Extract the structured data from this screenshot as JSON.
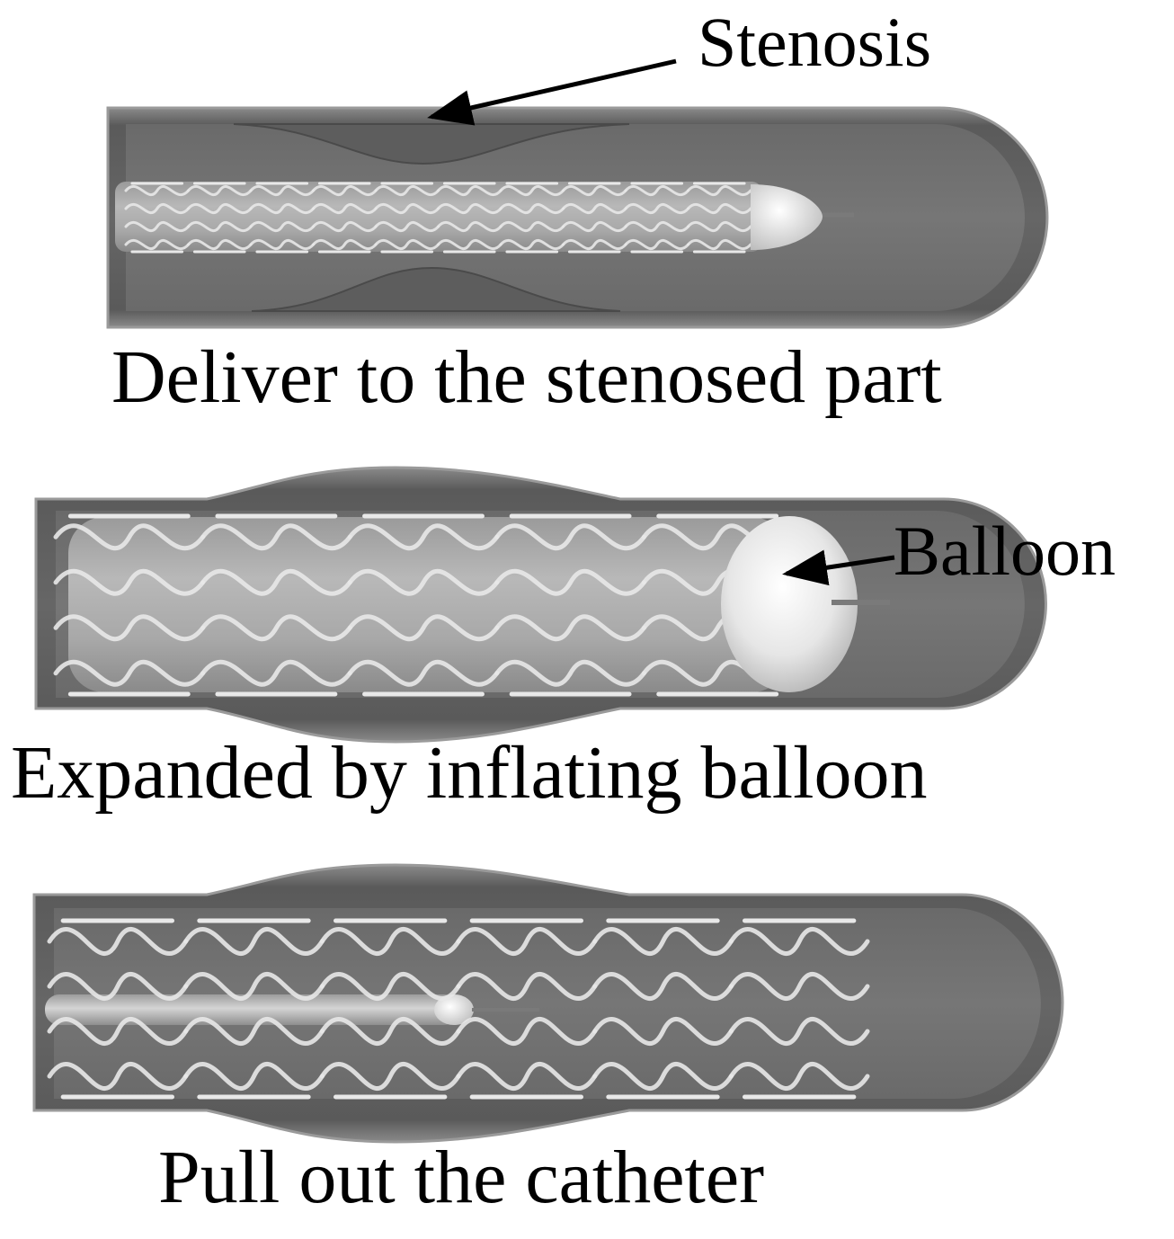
{
  "labels": {
    "stenosis": "Stenosis",
    "balloon": "Balloon"
  },
  "captions": {
    "step1": "Deliver to the stenosed part",
    "step2": "Expanded by inflating balloon",
    "step3": "Pull out the catheter"
  },
  "colors": {
    "vessel_wall": "#5c5c5c",
    "vessel_lumen": "#6f6f6f",
    "plaque": "#626262",
    "stent_strut": "#e8e8e8",
    "balloon": "#d9d9d9",
    "text": "#000000"
  }
}
